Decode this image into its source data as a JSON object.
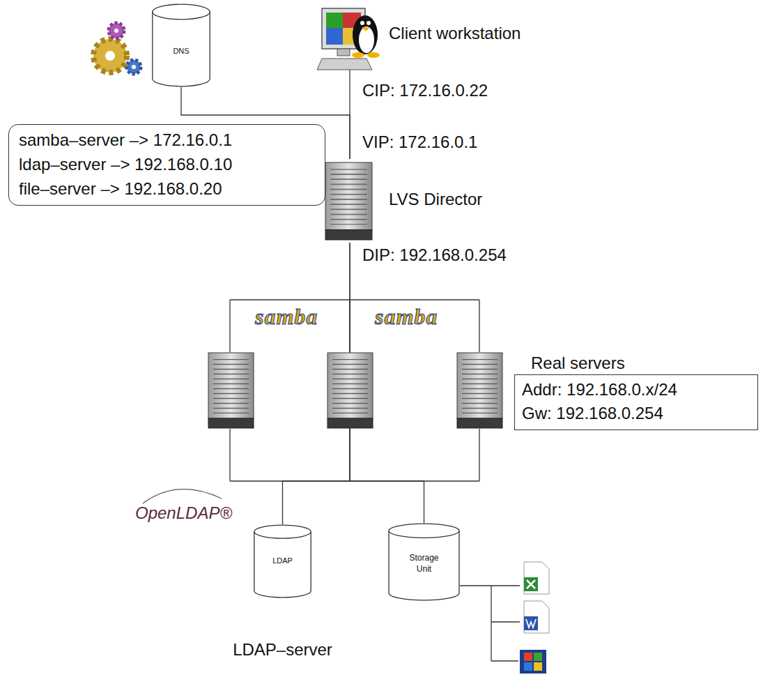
{
  "diagram": {
    "nodes": [
      {
        "text": [
          "DNS"
        ]
      },
      {
        "text": [
          "Client workstation"
        ]
      },
      {
        "text": [
          "samba–server –> 172.16.0.1",
          "ldap–server –> 192.168.0.10",
          "file–server –> 192.168.0.20"
        ]
      },
      {
        "text": [
          "LVS Director"
        ]
      },
      {
        "text": [
          "Real servers",
          "Addr: 192.168.0.x/24",
          "Gw: 192.168.0.254"
        ]
      },
      {
        "text": [
          "LDAP",
          "LDAP–server"
        ]
      },
      {
        "text": [
          "Storage Unit"
        ]
      }
    ],
    "edges": [
      {
        "from": 1,
        "to": 3,
        "arrow": "none"
      },
      {
        "from": 0,
        "to": 3,
        "arrow": "none"
      },
      {
        "from": 3,
        "to": 5,
        "arrow": "none"
      },
      {
        "from": 3,
        "to": 6,
        "arrow": "none"
      }
    ],
    "labels": [
      "CIP: 172.16.0.22",
      "VIP: 172.16.0.1",
      "DIP: 192.168.0.254",
      "samba",
      "samba",
      "OpenLDAP®"
    ]
  }
}
